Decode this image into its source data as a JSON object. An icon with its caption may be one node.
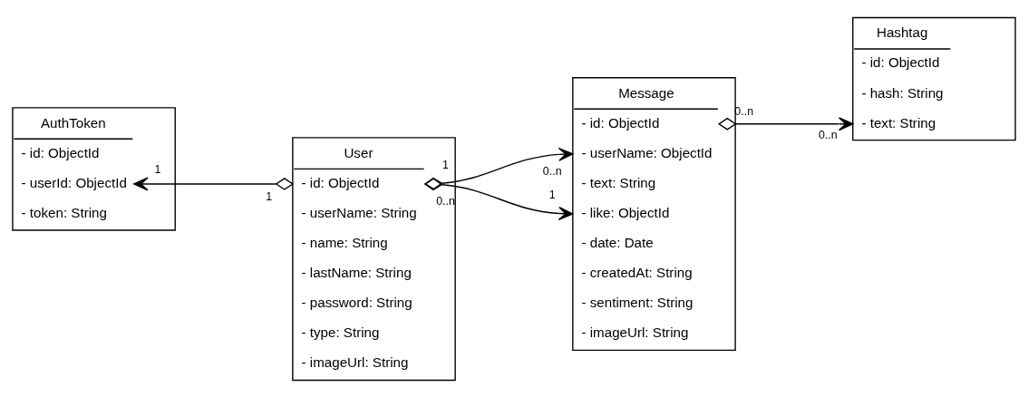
{
  "diagram": {
    "nodes": [
      {
        "text": [
          "AuthToken",
          "- id: ObjectId",
          "- userId: ObjectId",
          "- token: String"
        ]
      },
      {
        "text": [
          "User",
          "- id: ObjectId",
          "- userName: String",
          "- name: String",
          "- lastName: String",
          "- password: String",
          "- type: String",
          "- imageUrl: String"
        ]
      },
      {
        "text": [
          "Message",
          "- id: ObjectId",
          "- userName: ObjectId",
          "- text: String",
          "- like: ObjectId",
          "- date: Date",
          "- createdAt: String",
          "- sentiment: String",
          "- imageUrl: String"
        ]
      },
      {
        "text": [
          "Hashtag",
          "- id: ObjectId",
          "- hash: String",
          "- text: String"
        ]
      }
    ],
    "edges": [
      {
        "from": 1,
        "to": 0,
        "arrow": "to"
      },
      {
        "from": 1,
        "to": 2,
        "arrow": "to"
      },
      {
        "from": 1,
        "to": 2,
        "arrow": "to"
      },
      {
        "from": 2,
        "to": 3,
        "arrow": "to"
      }
    ],
    "labels": [
      "1",
      "1",
      "1",
      "0..n",
      "0..n",
      "0..n",
      "0..n",
      "1"
    ]
  }
}
